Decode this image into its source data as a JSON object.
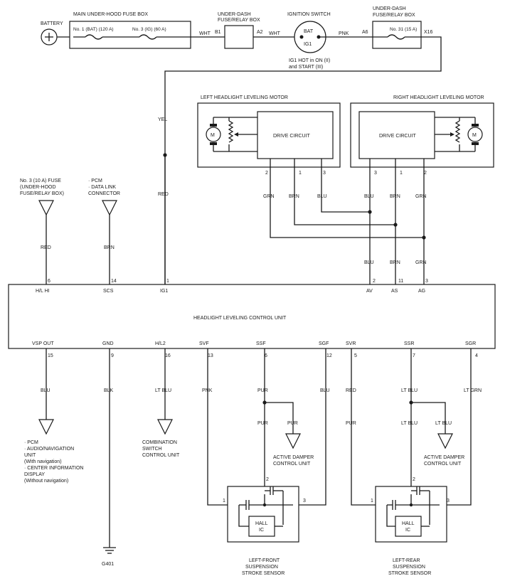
{
  "top": {
    "battery": "BATTERY",
    "main_fuse_box": "MAIN UNDER-HOOD FUSE BOX",
    "fuse1": "No. 1 (BAT) (120 A)",
    "fuse3": "No. 3 (IG) (60 A)",
    "under_dash_1": [
      "UNDER-DASH",
      "FUSE/RELAY BOX"
    ],
    "ignition_switch": "IGNITION SWITCH",
    "bat": "BAT",
    "ig1": "IG1",
    "ig1_note": [
      "IG1 HOT in ON (II)",
      "and START (III)"
    ],
    "under_dash_2": [
      "UNDER-DASH",
      "FUSE/RELAY BOX"
    ],
    "fuse31": "No. 31 (15 A)",
    "b1": "B1",
    "a2": "A2",
    "a6": "A6",
    "x16": "X16",
    "wht1": "WHT",
    "wht2": "WHT",
    "pnk": "PNK",
    "yel": "YEL",
    "red": "RED"
  },
  "motors": {
    "left_title": "LEFT HEADLIGHT LEVELING MOTOR",
    "right_title": "RIGHT HEADLIGHT LEVELING MOTOR",
    "drive_left": "DRIVE CIRCUIT",
    "drive_right": "DRIVE CIRCUIT",
    "m_left": "M",
    "m_right": "M",
    "left_pins": [
      "2",
      "1",
      "3"
    ],
    "right_pins": [
      "3",
      "1",
      "2"
    ],
    "left_wires": [
      "GRN",
      "BRN",
      "BLU"
    ],
    "right_wires": [
      "BLU",
      "BRN",
      "GRN"
    ],
    "unit_wires": [
      "BLU",
      "BRN",
      "GRN"
    ]
  },
  "inputs": {
    "fuse_label": [
      "No. 3 (10 A) FUSE",
      "(UNDER-HOOD",
      "FUSE/RELAY BOX)"
    ],
    "pcm_label": [
      "· PCM",
      "· DATA LINK",
      "  CONNECTOR"
    ],
    "wire_red": "RED",
    "wire_brn": "BRN"
  },
  "control_unit": {
    "title": "HEADLIGHT LEVELING CONTROL UNIT",
    "top_pins": [
      {
        "num": "6",
        "name": "H/L HI"
      },
      {
        "num": "14",
        "name": "SCS"
      },
      {
        "num": "1",
        "name": "IG1"
      },
      {
        "num": "2",
        "name": "AV"
      },
      {
        "num": "11",
        "name": "AS"
      },
      {
        "num": "3",
        "name": "AG"
      }
    ],
    "bottom_pins": [
      {
        "num": "15",
        "name": "VSP OUT"
      },
      {
        "num": "9",
        "name": "GND"
      },
      {
        "num": "16",
        "name": "H/L2"
      },
      {
        "num": "13",
        "name": "SVF"
      },
      {
        "num": "6",
        "name": "SSF"
      },
      {
        "num": "12",
        "name": "SGF"
      },
      {
        "num": "5",
        "name": "SVR"
      },
      {
        "num": "7",
        "name": "SSR"
      },
      {
        "num": "4",
        "name": "SGR"
      }
    ]
  },
  "outputs": {
    "wires": {
      "vsp": "BLU",
      "gnd": "BLK",
      "hl2": "LT BLU",
      "svf": "PNK",
      "ssf": "PUR",
      "ssf2": "PUR",
      "ssf_branch": "PUR",
      "sgf": "BLU",
      "svr": "RED",
      "svr2": "PUR",
      "ssr": "LT BLU",
      "ssr2": "LT BLU",
      "ssr_branch": "LT BLU",
      "sgr": "LT GRN"
    },
    "pcm_list": [
      "· PCM",
      "· AUDIO/NAVIGATION",
      "  UNIT",
      "  (With navigation)",
      "· CENTER INFORMATION",
      "  DISPLAY",
      "  (Without navigation)"
    ],
    "combo_switch": [
      "COMBINATION",
      "SWITCH",
      "CONTROL UNIT"
    ],
    "ground": "G401",
    "damper_front": [
      "ACTIVE DAMPER",
      "CONTROL UNIT"
    ],
    "damper_rear": [
      "ACTIVE DAMPER",
      "CONTROL UNIT"
    ]
  },
  "sensors": {
    "front": [
      "LEFT-FRONT",
      "SUSPENSION",
      "STROKE SENSOR"
    ],
    "rear": [
      "LEFT-REAR",
      "SUSPENSION",
      "STROKE SENSOR"
    ],
    "hall": [
      "HALL",
      "IC"
    ],
    "pins": [
      "1",
      "2",
      "3"
    ]
  }
}
